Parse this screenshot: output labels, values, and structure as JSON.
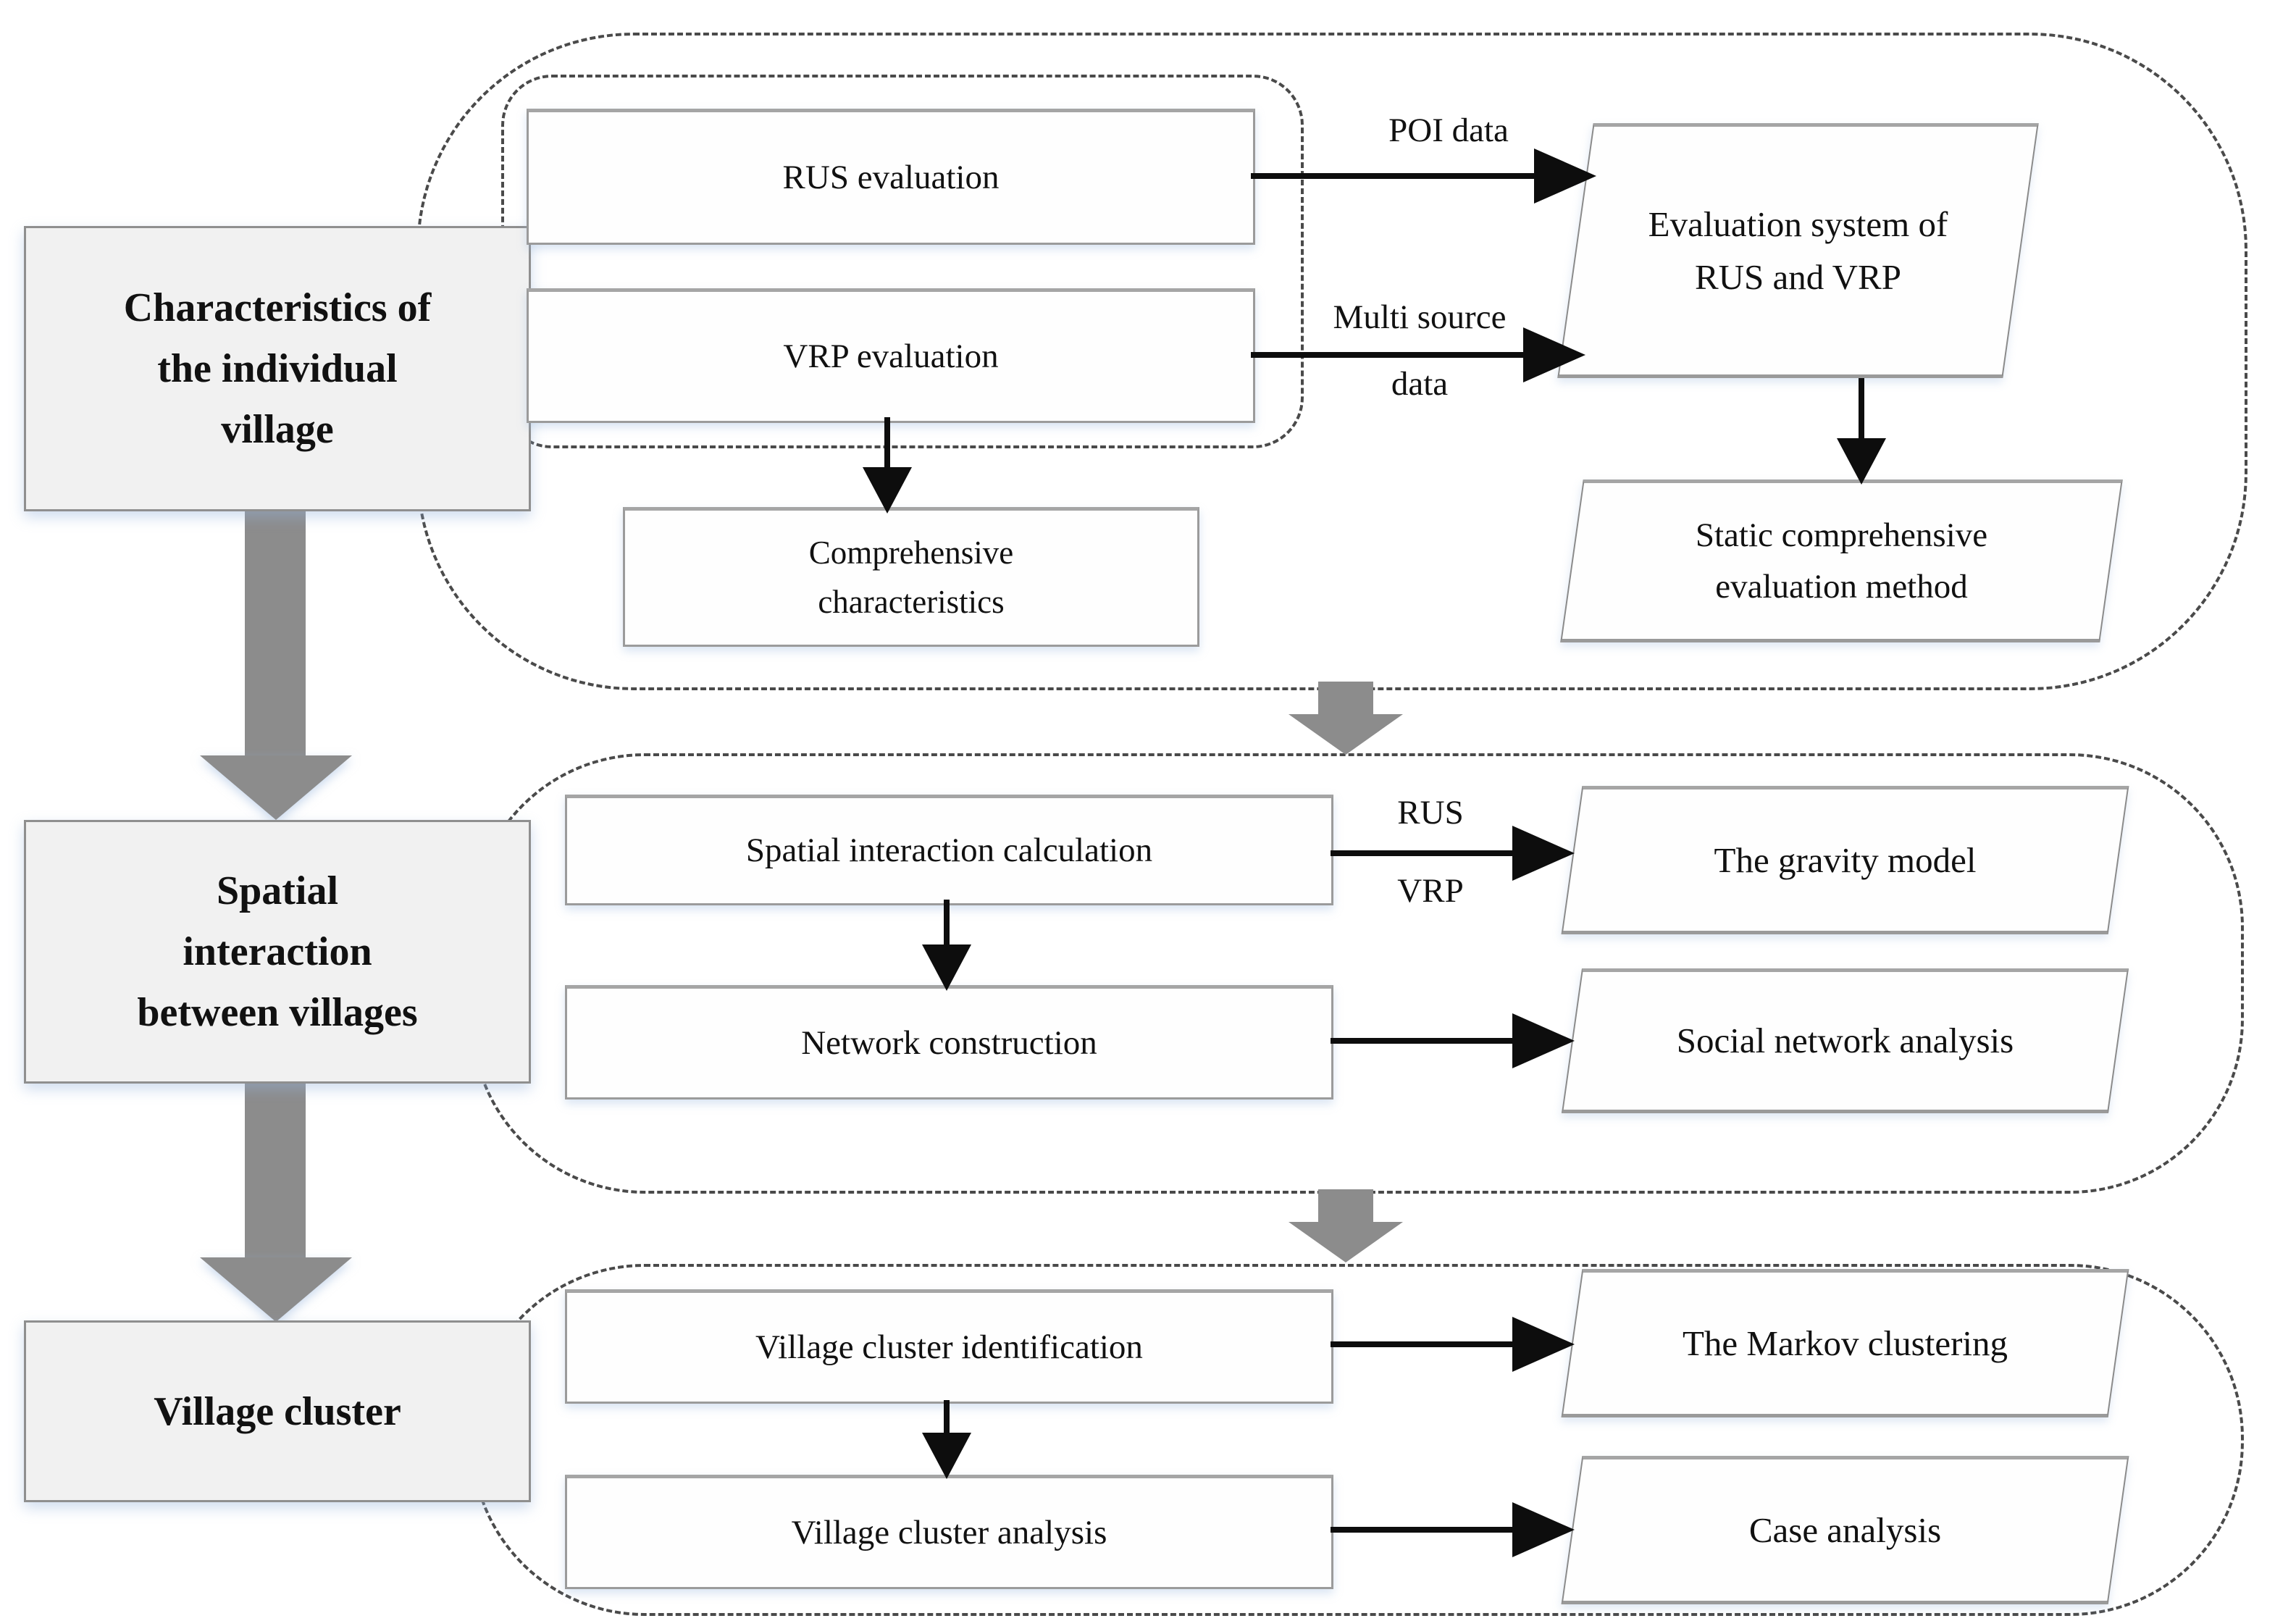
{
  "left": {
    "box1_lines": [
      "Characteristics of",
      "the individual",
      "village"
    ],
    "box2_lines": [
      "Spatial",
      "interaction",
      "between villages"
    ],
    "box3": "Village cluster"
  },
  "stage1": {
    "rus": "RUS evaluation",
    "vrp": "VRP evaluation",
    "poi_label": "POI data",
    "multi_lines": [
      "Multi source",
      "data"
    ],
    "eval_lines": [
      "Evaluation system of",
      "RUS and VRP"
    ],
    "comp_lines": [
      "Comprehensive",
      "characteristics"
    ],
    "static_lines": [
      "Static comprehensive",
      "evaluation method"
    ]
  },
  "stage2": {
    "calc": "Spatial interaction calculation",
    "rus_label": "RUS",
    "vrp_label": "VRP",
    "gravity": "The gravity model",
    "network": "Network construction",
    "sna": "Social network analysis"
  },
  "stage3": {
    "ident": "Village cluster identification",
    "markov": "The Markov clustering",
    "analysis": "Village cluster analysis",
    "case": "Case analysis"
  },
  "colors": {
    "box_fill": "#f1f1f1",
    "box_border": "#8f8f8f",
    "dashed": "#4a4a4a",
    "black": "#0d0d0d",
    "gray": "#8c8c8c",
    "node_fill": "#fefefe"
  }
}
